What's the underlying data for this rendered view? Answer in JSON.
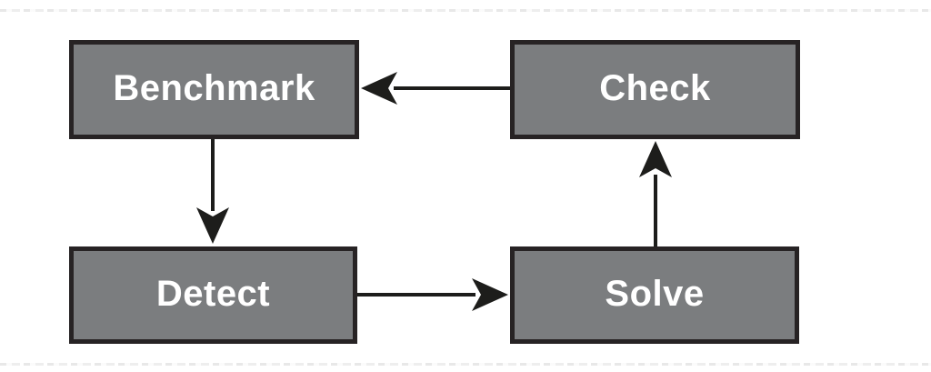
{
  "diagram": {
    "type": "flowchart-cycle",
    "nodes": [
      {
        "id": "benchmark",
        "label": "Benchmark"
      },
      {
        "id": "check",
        "label": "Check"
      },
      {
        "id": "detect",
        "label": "Detect"
      },
      {
        "id": "solve",
        "label": "Solve"
      }
    ],
    "edges": [
      {
        "from": "check",
        "to": "benchmark",
        "direction": "left"
      },
      {
        "from": "benchmark",
        "to": "detect",
        "direction": "down"
      },
      {
        "from": "detect",
        "to": "solve",
        "direction": "right"
      },
      {
        "from": "solve",
        "to": "check",
        "direction": "up"
      }
    ],
    "colors": {
      "node_fill": "#7b7d7f",
      "node_border": "#272324",
      "arrow": "#1d1d1b",
      "label_text": "#ffffff",
      "background": "#ffffff"
    }
  }
}
